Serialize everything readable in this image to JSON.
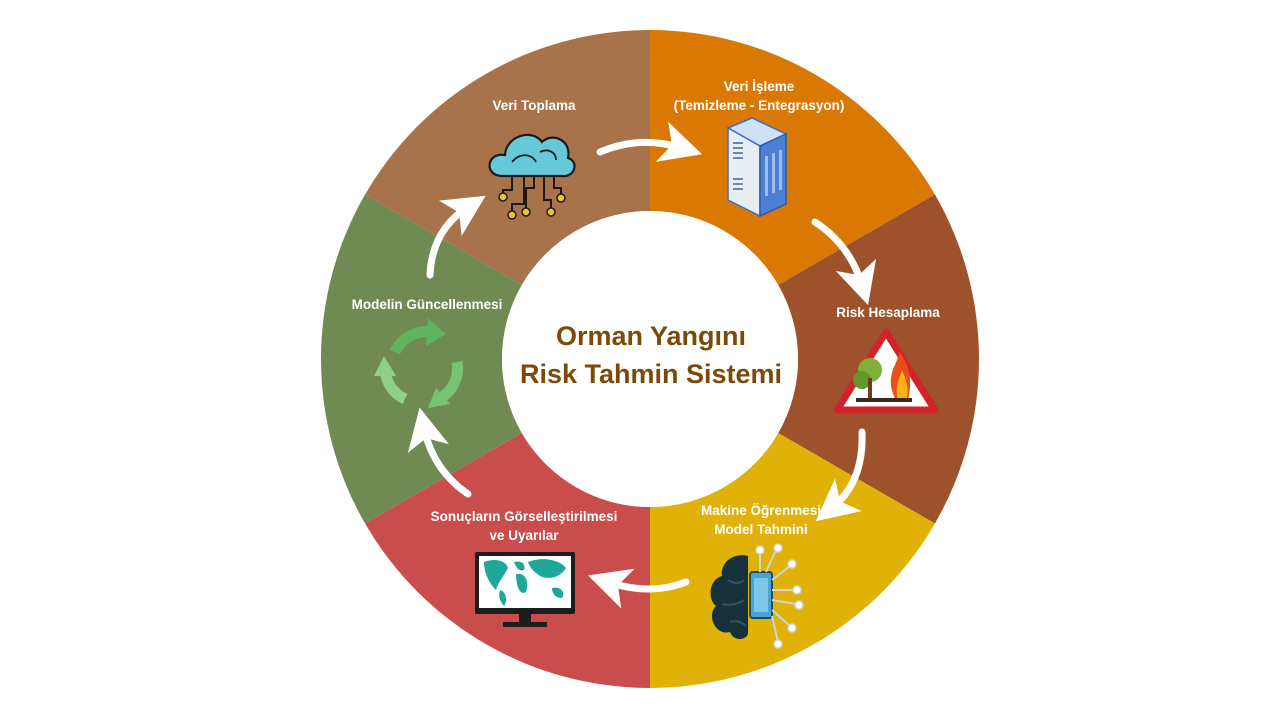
{
  "title": {
    "line1": "Orman Yangını",
    "line2": "Risk Tahmin Sistemi"
  },
  "colors": {
    "title": "#7a4a08",
    "center": "#ffffff"
  },
  "steps": [
    {
      "id": "veri-toplama",
      "lines": [
        "Veri Toplama"
      ],
      "color": "#a8734b",
      "icon": "cloud-network-icon"
    },
    {
      "id": "veri-isleme",
      "lines": [
        "Veri İşleme",
        "(Temizleme - Entegrasyon)"
      ],
      "color": "#d97904",
      "icon": "server-icon"
    },
    {
      "id": "risk-hesaplama",
      "lines": [
        "Risk Hesaplama"
      ],
      "color": "#9e522c",
      "icon": "fire-warning-icon"
    },
    {
      "id": "makine-ogrenmesi",
      "lines": [
        "Makine Öğrenmesi",
        "Model Tahmini"
      ],
      "color": "#e0b207",
      "icon": "brain-circuit-icon"
    },
    {
      "id": "sonuclarin-gorsellestirilmesi",
      "lines": [
        "Sonuçların Görselleştirilmesi",
        "ve Uyarılar"
      ],
      "color": "#c94d4c",
      "icon": "world-map-monitor-icon"
    },
    {
      "id": "modelin-guncellenmesi",
      "lines": [
        "Modelin Güncellenmesi"
      ],
      "color": "#6f8a52",
      "icon": "recycle-arrows-icon"
    }
  ]
}
